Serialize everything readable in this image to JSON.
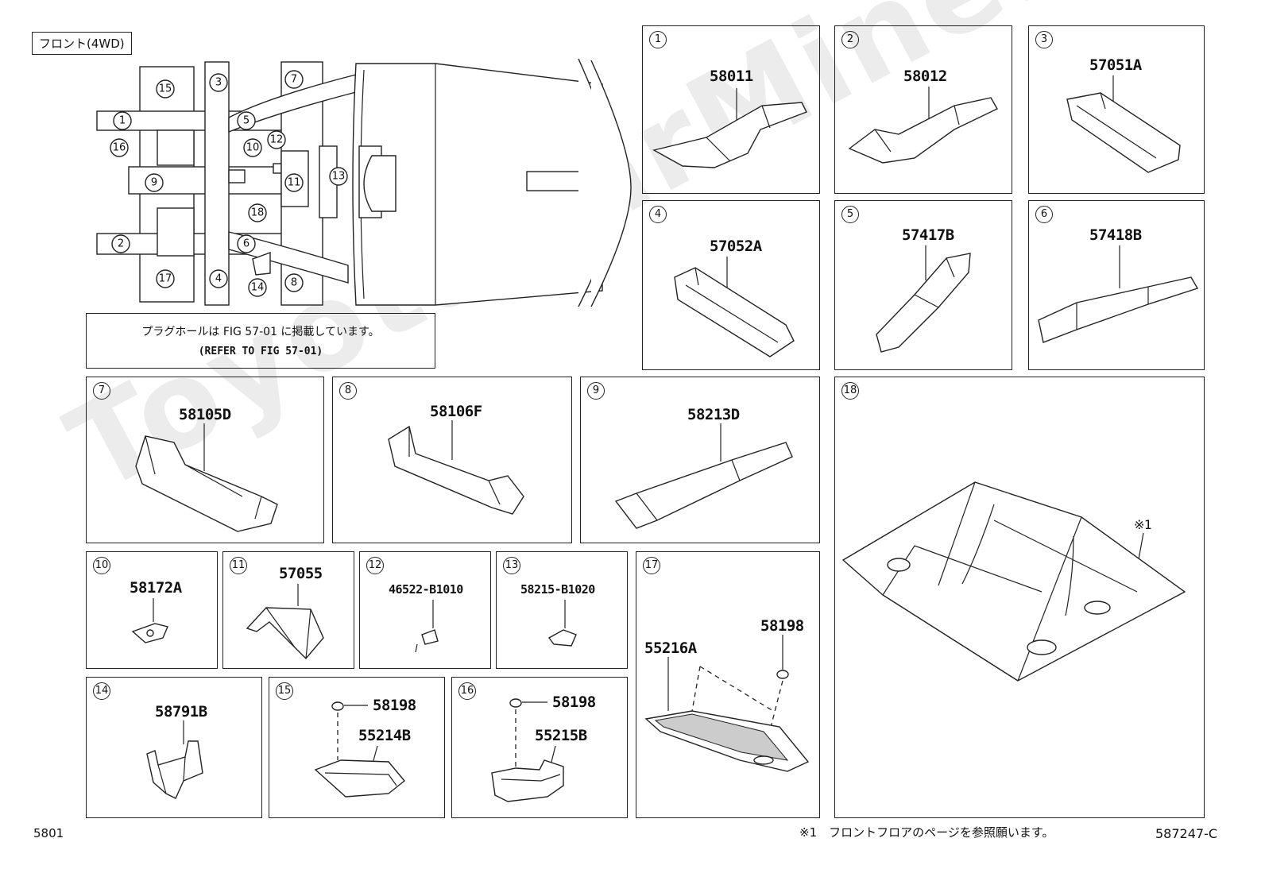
{
  "header": {
    "front_label": "フロント(4WD)"
  },
  "refer_note": {
    "line1": "プラグホールは FIG 57-01 に掲載しています。",
    "line2": "(REFER TO FIG 57-01)"
  },
  "overview_callouts": [
    "1",
    "2",
    "3",
    "4",
    "5",
    "6",
    "7",
    "8",
    "9",
    "10",
    "11",
    "12",
    "13",
    "14",
    "15",
    "16",
    "17",
    "18"
  ],
  "panels": [
    {
      "num": "1",
      "parts": [
        "58011"
      ]
    },
    {
      "num": "2",
      "parts": [
        "58012"
      ]
    },
    {
      "num": "3",
      "parts": [
        "57051A"
      ]
    },
    {
      "num": "4",
      "parts": [
        "57052A"
      ]
    },
    {
      "num": "5",
      "parts": [
        "57417B"
      ]
    },
    {
      "num": "6",
      "parts": [
        "57418B"
      ]
    },
    {
      "num": "7",
      "parts": [
        "58105D"
      ]
    },
    {
      "num": "8",
      "parts": [
        "58106F"
      ]
    },
    {
      "num": "9",
      "parts": [
        "58213D"
      ]
    },
    {
      "num": "10",
      "parts": [
        "58172A"
      ]
    },
    {
      "num": "11",
      "parts": [
        "57055"
      ]
    },
    {
      "num": "12",
      "parts": [
        "46522-B1010"
      ]
    },
    {
      "num": "13",
      "parts": [
        "58215-B1020"
      ]
    },
    {
      "num": "14",
      "parts": [
        "58791B"
      ]
    },
    {
      "num": "15",
      "parts": [
        "58198",
        "55214B"
      ]
    },
    {
      "num": "16",
      "parts": [
        "58198",
        "55215B"
      ]
    },
    {
      "num": "17",
      "parts": [
        "58198",
        "55216A"
      ]
    },
    {
      "num": "18",
      "parts": [],
      "note_mark": "※1"
    }
  ],
  "footer": {
    "page_code": "5801",
    "footnote": "※1　フロントフロアのページを参照願います。",
    "fig_code": "587247-C"
  },
  "watermark": "ToyotaCarMine.ru"
}
